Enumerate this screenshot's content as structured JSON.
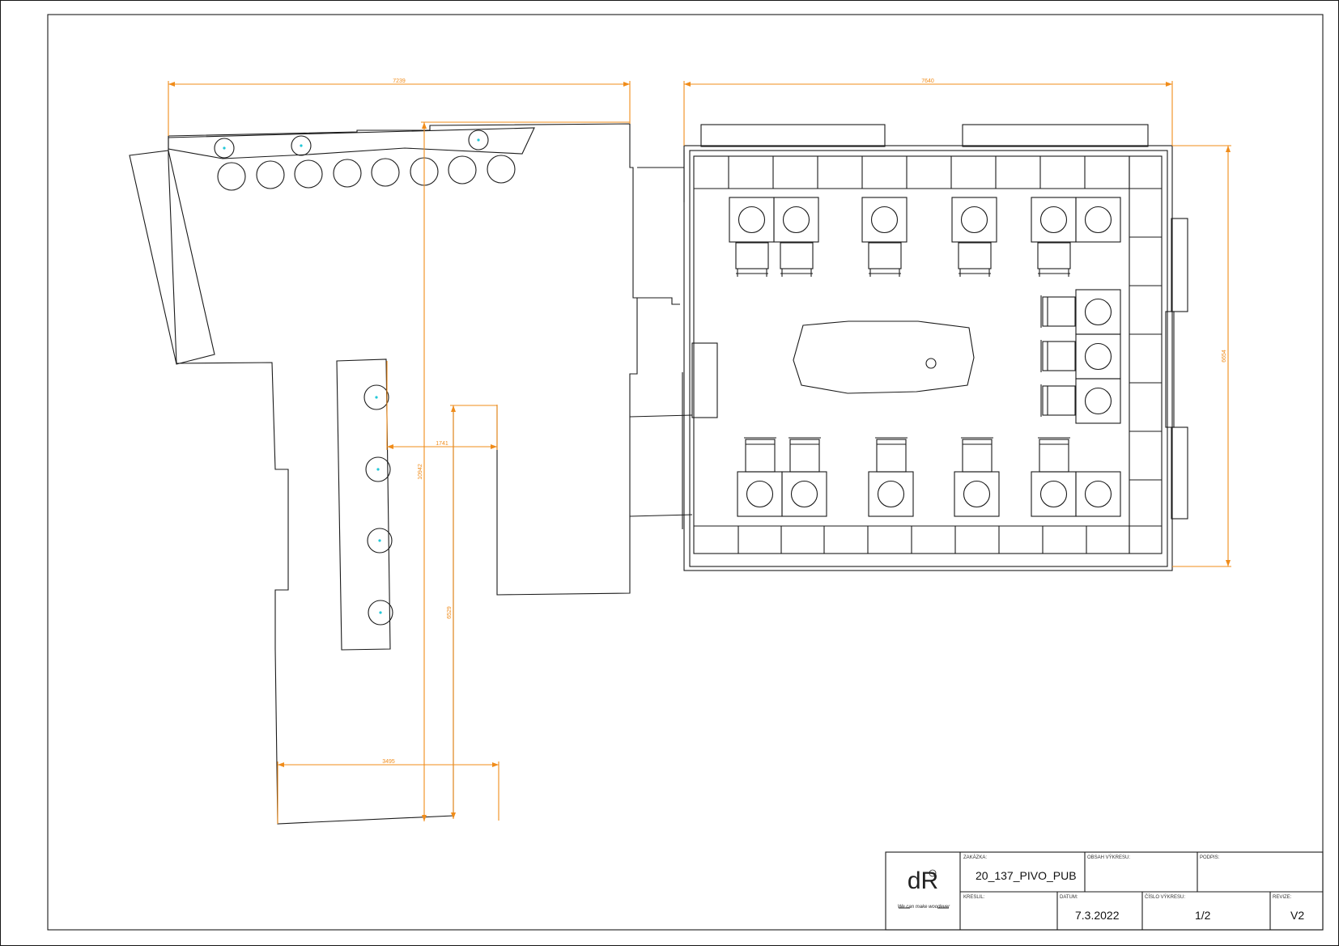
{
  "dimensions": {
    "top_left_width": "7239",
    "top_right_width": "7640",
    "right_height": "6654",
    "inner_gap": "1741",
    "vertical_total": "10942",
    "vertical_lower": "6529",
    "bottom_width": "3495"
  },
  "title_block": {
    "logo_tagline": "We can make woodever",
    "zakazka_label": "ZAKÁZKA:",
    "zakazka_value": "20_137_PIVO_PUB",
    "obsah_label": "OBSAH VÝKRESU:",
    "obsah_value": "",
    "podpis_label": "PODPIS:",
    "podpis_value": "",
    "kreslil_label": "KRESLIL:",
    "kreslil_value": "",
    "datum_label": "DATUM:",
    "datum_value": "7.3.2022",
    "cislo_label": "ČÍSLO VÝKRESU:",
    "cislo_value": "1/2",
    "revize_label": "REVIZE:",
    "revize_value": "V2"
  },
  "colors": {
    "line": "#1a1a1a",
    "dimension": "#f08c1a",
    "marker": "#22c8d8"
  }
}
